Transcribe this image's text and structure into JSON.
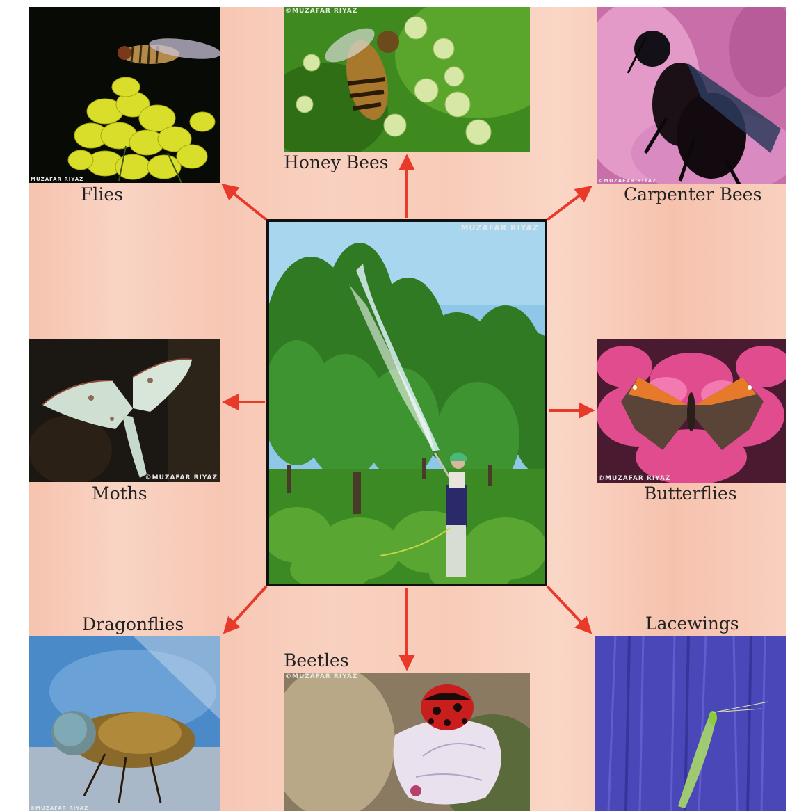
{
  "colors": {
    "arrow": "#e8392b",
    "frame": "#111111"
  },
  "labels": {
    "flies": "Flies",
    "honey_bees": "Honey Bees",
    "carpenter_bees": "Carpenter Bees",
    "moths": "Moths",
    "butterflies": "Butterflies",
    "dragonflies": "Dragonflies",
    "beetles": "Beetles",
    "lacewings": "Lacewings"
  },
  "credit": "MUZAFAR RIYAZ",
  "credit_c": "©MUZAFAR RIYAZ"
}
